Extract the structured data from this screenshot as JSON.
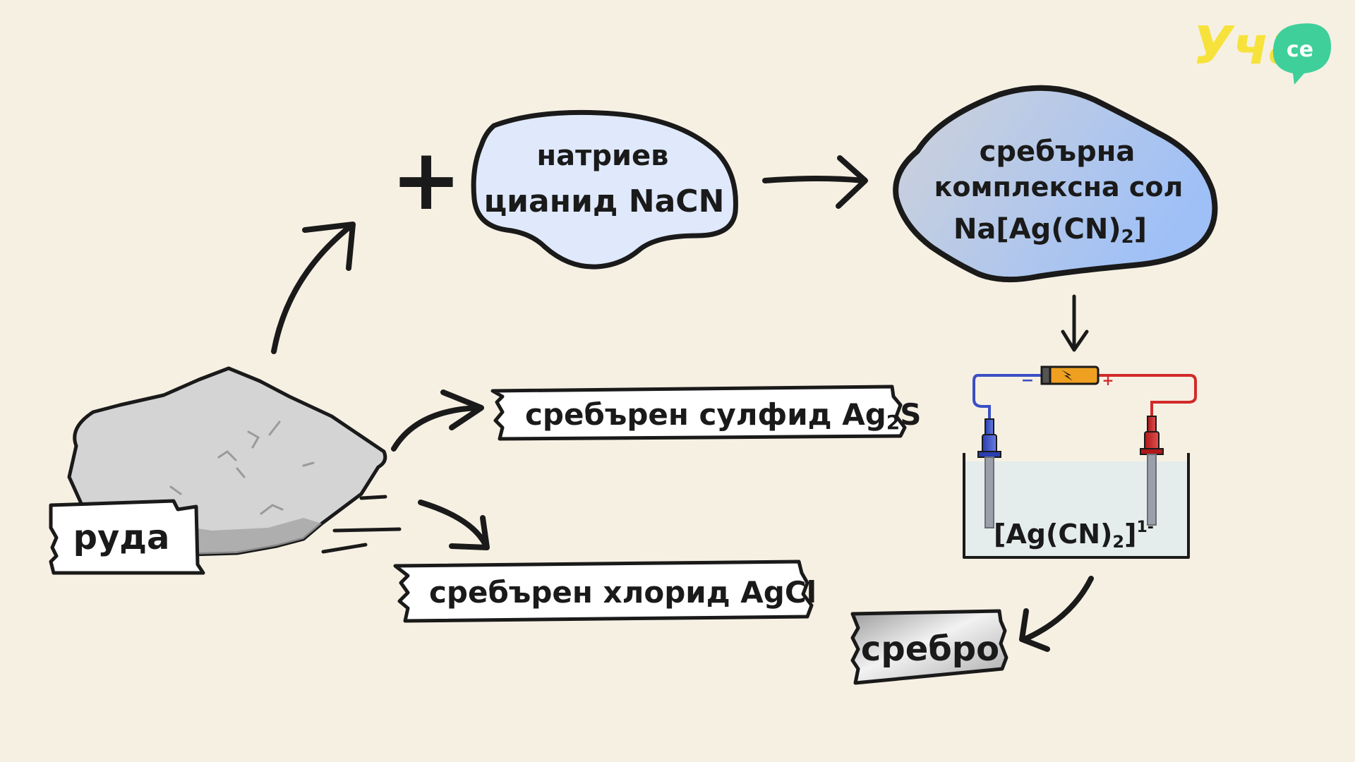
{
  "logo": {
    "text": "Уча",
    "badge": "се",
    "colors": {
      "text": "#f7e23c",
      "badge": "#3ecf9a"
    }
  },
  "nodes": {
    "ore": {
      "label": "руда"
    },
    "sodium_cyanide": {
      "line1": "натриев",
      "line2": "цианид NaCN"
    },
    "complex_salt": {
      "line1": "сребърна",
      "line2": "комплексна сол",
      "line3": "Na[Ag(CN)",
      "line3_sub": "2",
      "line3_end": "]"
    },
    "silver_sulfide": {
      "label": "сребърен сулфид Ag",
      "sub": "2",
      "label_end": "S"
    },
    "silver_chloride": {
      "label": "сребърен хлорид AgCl"
    },
    "electrolyte": {
      "label": "[Ag(CN)",
      "sub": "2",
      "label_end": "]",
      "sup": "1-"
    },
    "silver": {
      "label": "сребро"
    }
  },
  "symbols": {
    "plus": "+",
    "battery_minus": "−",
    "battery_plus": "+"
  },
  "colors": {
    "background": "#f6f0e3",
    "ink": "#1a1a1a",
    "cyanide_fill": "#dfe9fb",
    "complex_fill_a": "#cfd3dc",
    "complex_fill_b": "#a9c6f5",
    "rock": "#d4d4d4",
    "wire_negative": "#3a4fc4",
    "wire_positive": "#d22a2a",
    "battery": "#f0a020",
    "solution": "#e4ecec"
  }
}
